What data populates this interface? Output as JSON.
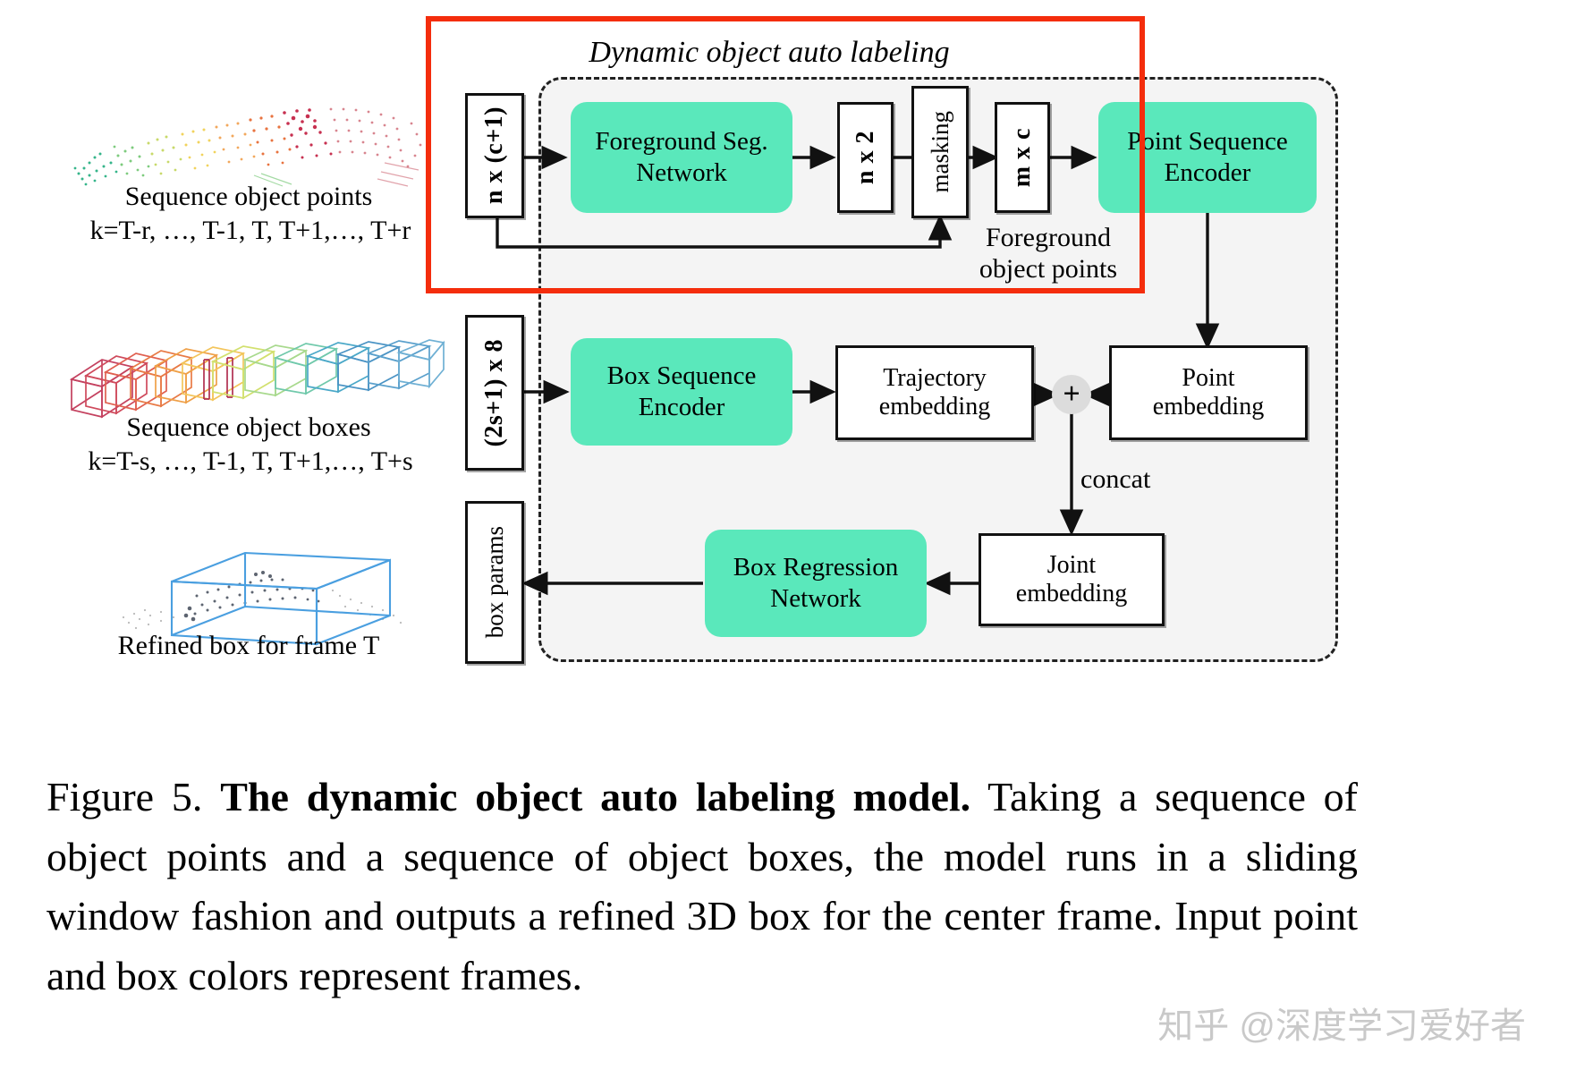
{
  "figure": {
    "section_title": "Dynamic object auto labeling",
    "caption_prefix": "Figure 5. ",
    "caption_bold": "The dynamic object auto labeling model.",
    "caption_rest": " Taking a sequence of object points and a sequence of object boxes, the model runs in a sliding window fashion and outputs a refined 3D box for the center frame. Input point and box colors represent frames.",
    "watermark": "知乎 @深度学习爱好者"
  },
  "colors": {
    "highlight": "#f42d0c",
    "green_block": "#5ae8bb",
    "panel_bg": "#f4f4f4",
    "plus_node": "#dcdcdc",
    "box_border": "#111111",
    "refined_box": "#4a9fe0"
  },
  "inputs": [
    {
      "name": "sequence-object-points",
      "caption_line1": "Sequence object points",
      "caption_line2": "k=T-r, …, T-1, T, T+1,…, T+r",
      "tensor_label": "n x (c+1)"
    },
    {
      "name": "sequence-object-boxes",
      "caption_line1": "Sequence object boxes",
      "caption_line2": "k=T-s, …, T-1, T, T+1,…, T+s",
      "tensor_label": "(2s+1) x 8"
    },
    {
      "name": "refined-box",
      "caption_line1": "Refined box for frame T",
      "caption_line2": "",
      "tensor_label": "box params"
    }
  ],
  "blocks": {
    "foreground_seg_network": "Foreground Seg. Network",
    "foreground_seg_network_l1": "Foreground Seg.",
    "foreground_seg_network_l2": "Network",
    "nx2": "n x 2",
    "masking": "masking",
    "mxc": "m x c",
    "point_sequence_encoder_l1": "Point Sequence",
    "point_sequence_encoder_l2": "Encoder",
    "box_sequence_encoder_l1": "Box Sequence",
    "box_sequence_encoder_l2": "Encoder",
    "trajectory_embedding_l1": "Trajectory",
    "trajectory_embedding_l2": "embedding",
    "point_embedding_l1": "Point",
    "point_embedding_l2": "embedding",
    "joint_embedding_l1": "Joint",
    "joint_embedding_l2": "embedding",
    "box_regression_network_l1": "Box Regression",
    "box_regression_network_l2": "Network"
  },
  "annotations": {
    "foreground_object_points_l1": "Foreground",
    "foreground_object_points_l2": "object points",
    "concat": "concat",
    "plus": "+"
  }
}
